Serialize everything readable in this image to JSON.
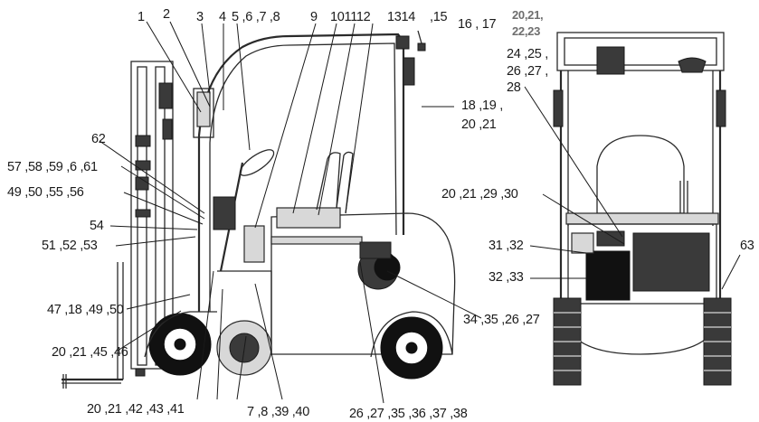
{
  "callouts": {
    "c1": "1",
    "c2": "2",
    "c3": "3",
    "c4": "4",
    "c5": "5 ,6 ,7 ,8",
    "c9": "9",
    "c10": "101112",
    "c13": "1314",
    "c15": ",15",
    "c16": "16 , 17",
    "c20a": "20,21,",
    "c22": "22,23",
    "c24": "24 ,25 ,",
    "c26a": "26 ,27 ,",
    "c28": "28",
    "c18": "18 ,19 ,",
    "c20b": "20 ,21",
    "c62": "62",
    "c57": "57 ,58 ,59 ,6 ,61",
    "c49a": "49 ,50 ,55 ,56",
    "c54": "54",
    "c51": "51 ,52 ,53",
    "c20c": "20 ,21 ,29 ,30",
    "c31": "31 ,32",
    "c32": "32 ,33",
    "c63": "63",
    "c47": "47 ,18 ,49 ,50",
    "c20d": "20 ,21 ,45 ,46",
    "c34": "34 ,35 ,26 ,27",
    "c20e": "20 ,21 ,42 ,43 ,41",
    "c7": "7 ,8 ,39 ,40",
    "c26b": "26 ,27 ,35 ,36 ,37 ,38"
  },
  "colors": {
    "line": "#1a1a1a",
    "gray_label": "#6e6e6e",
    "background": "#ffffff"
  }
}
